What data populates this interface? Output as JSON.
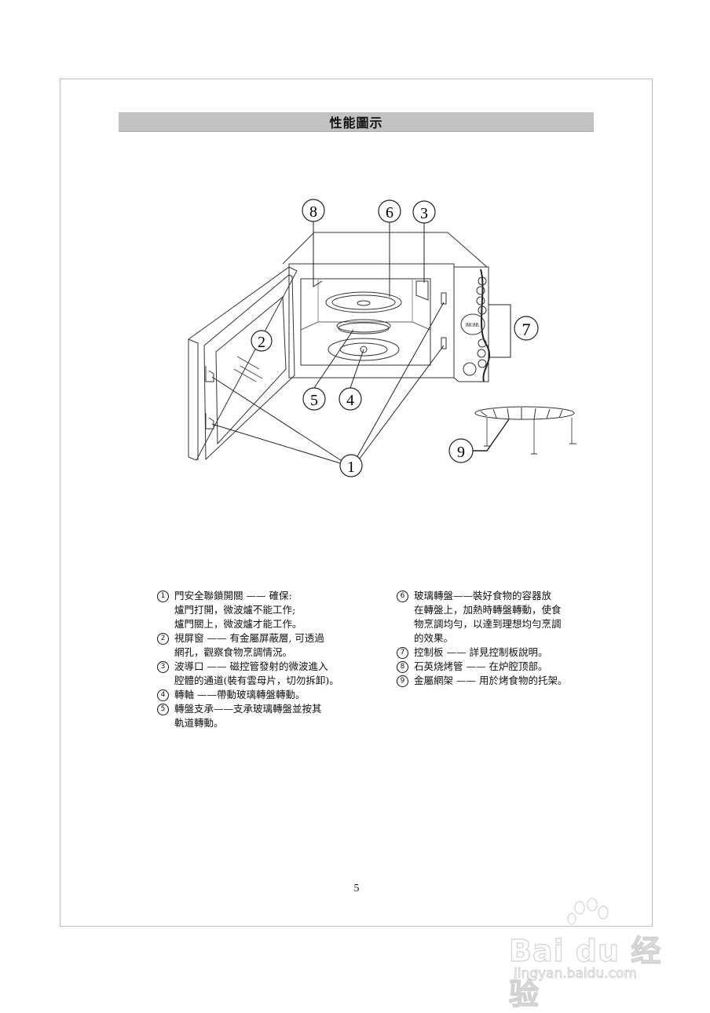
{
  "page": {
    "title": "性能圖示",
    "page_number": "5"
  },
  "diagram": {
    "callouts": [
      {
        "n": "8",
        "label": "石英烧烤管"
      },
      {
        "n": "6",
        "label": "玻璃轉盤"
      },
      {
        "n": "3",
        "label": "波導口"
      },
      {
        "n": "7",
        "label": "控制板"
      },
      {
        "n": "2",
        "label": "視屏窗"
      },
      {
        "n": "5",
        "label": "轉盤支承"
      },
      {
        "n": "4",
        "label": "轉軸"
      },
      {
        "n": "1",
        "label": "門安全聯鎖開關"
      },
      {
        "n": "9",
        "label": "金屬網架"
      }
    ],
    "display_readout": "88:88."
  },
  "legend": {
    "left": [
      {
        "n": "1",
        "lines": [
          "門安全聯鎖開關 —— 確保:",
          "爐門打開，微波爐不能工作;",
          "爐門關上，微波爐才能工作。"
        ]
      },
      {
        "n": "2",
        "lines": [
          "視屏窗 —— 有金屬屏蔽層, 可透過",
          "網孔，觀察食物烹調情況。"
        ]
      },
      {
        "n": "3",
        "lines": [
          "波導口 —— 磁控管發射的微波進入",
          "腔體的通道(裝有雲母片，切勿拆卸)。"
        ]
      },
      {
        "n": "4",
        "lines": [
          "轉軸 ——帶動玻璃轉盤轉動。"
        ]
      },
      {
        "n": "5",
        "lines": [
          "轉盤支承——支承玻璃轉盤並按其",
          "軌道轉動。"
        ]
      }
    ],
    "right": [
      {
        "n": "6",
        "lines": [
          "玻璃轉盤——裝好食物的容器放",
          "在轉盤上，加熱時轉盤轉動，使食",
          "物烹調均勻，以達到理想均勻烹調",
          "的效果。"
        ]
      },
      {
        "n": "7",
        "lines": [
          "控制板 —— 詳見控制板說明。"
        ]
      },
      {
        "n": "8",
        "lines": [
          "石英烧烤管 —— 在炉腔顶部。"
        ]
      },
      {
        "n": "9",
        "lines": [
          "金屬網架 —— 用於烤食物的托架。"
        ]
      }
    ]
  },
  "watermark": {
    "brand": "Bai du 经验",
    "url": "jingyan.baidu.com"
  }
}
